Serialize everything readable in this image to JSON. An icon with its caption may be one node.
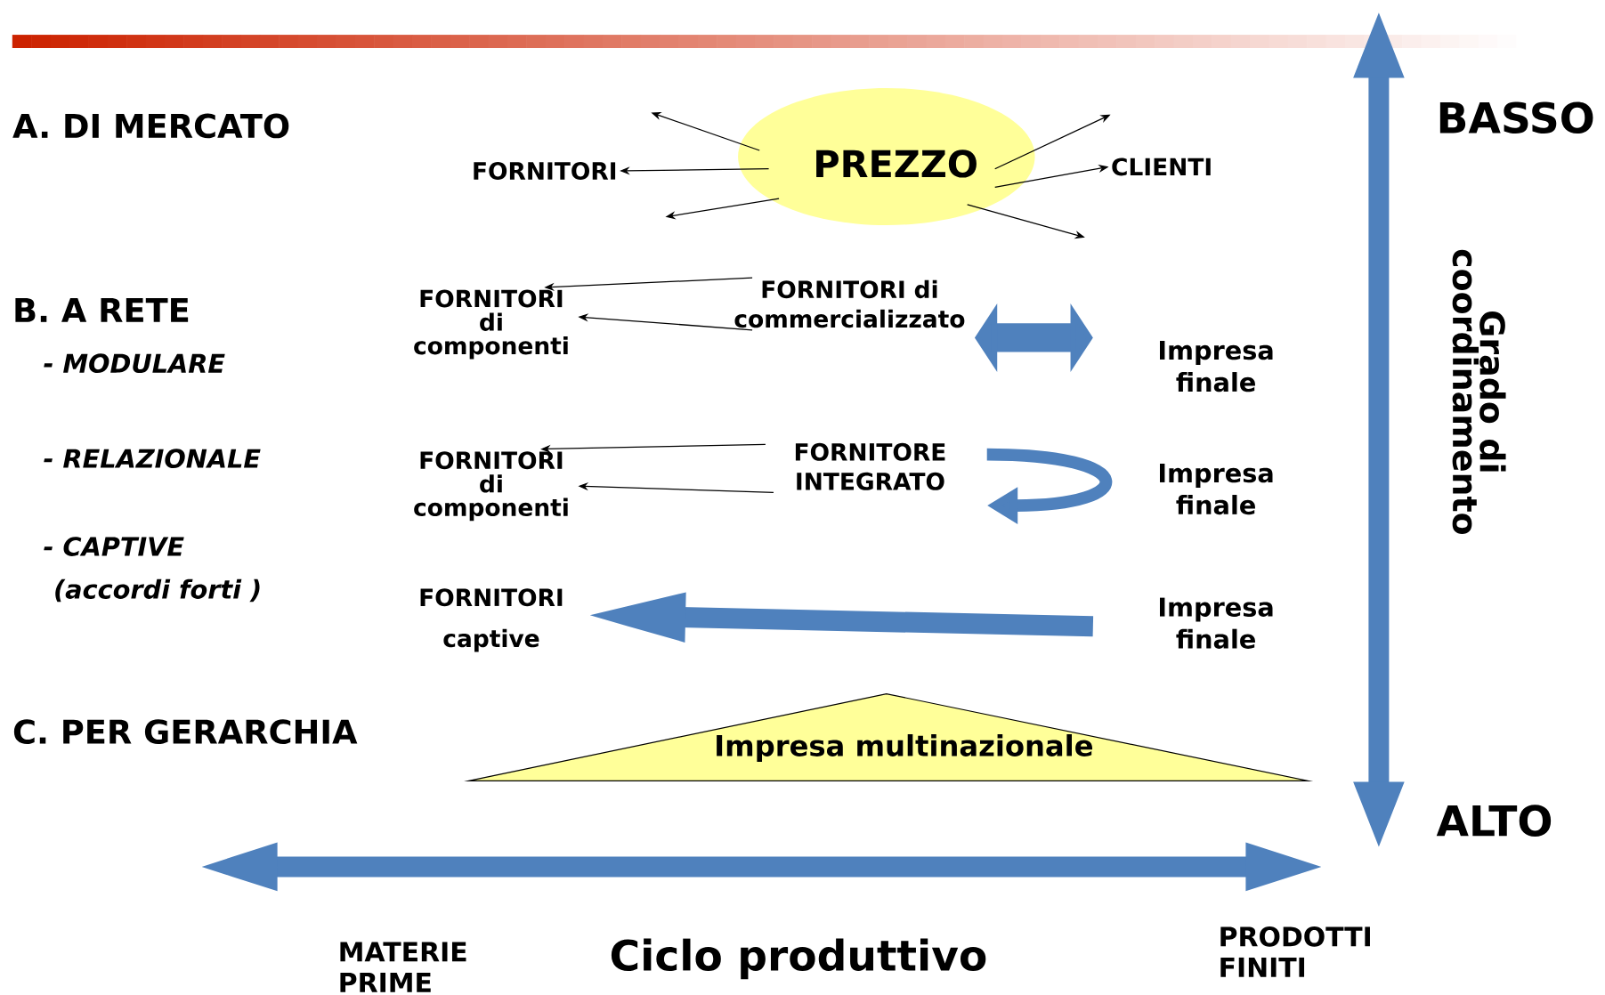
{
  "diagram": {
    "nodes": [
      {
        "text": [
          "PREZZO"
        ]
      },
      {
        "text": [
          "FORNITORI"
        ]
      },
      {
        "text": [
          "CLIENTI"
        ]
      },
      {
        "text": [
          "FORNITORI di commercializzato"
        ]
      },
      {
        "text": [
          "FORNITORI di componenti"
        ]
      },
      {
        "text": [
          "Impresa finale"
        ]
      },
      {
        "text": [
          "FORNITORE INTEGRATO"
        ]
      },
      {
        "text": [
          "FORNITORI di componenti"
        ]
      },
      {
        "text": [
          "Impresa finale"
        ]
      },
      {
        "text": [
          "FORNITORI captive"
        ]
      },
      {
        "text": [
          "Impresa finale"
        ]
      },
      {
        "text": [
          "Impresa multinazionale"
        ]
      }
    ],
    "edges": [
      {
        "from": 0,
        "to": null,
        "arrow": "to"
      },
      {
        "from": 0,
        "to": 1,
        "arrow": "to"
      },
      {
        "from": 0,
        "to": null,
        "arrow": "to"
      },
      {
        "from": 0,
        "to": null,
        "arrow": "to"
      },
      {
        "from": 0,
        "to": 2,
        "arrow": "to"
      },
      {
        "from": 0,
        "to": null,
        "arrow": "to"
      },
      {
        "from": 3,
        "to": 4,
        "arrow": "to"
      },
      {
        "from": 3,
        "to": 4,
        "arrow": "to"
      },
      {
        "from": 3,
        "to": 5,
        "arrow": "both",
        "style": "thick",
        "color": "#4f81bd"
      },
      {
        "from": 6,
        "to": 7,
        "arrow": "to"
      },
      {
        "from": 6,
        "to": 7,
        "arrow": "to"
      },
      {
        "from": 6,
        "to": 6,
        "arrow": "to",
        "style": "thick",
        "color": "#4f81bd"
      },
      {
        "from": 10,
        "to": 9,
        "arrow": "to",
        "style": "thick",
        "color": "#4f81bd"
      }
    ],
    "labels": [
      "A. DI MERCATO",
      "B. A RETE",
      "- MODULARE",
      "- RELAZIONALE",
      "- CAPTIVE",
      "(accordi forti )",
      "C. PER GERARCHIA",
      "BASSO",
      "Grado di coordinamento",
      "ALTO",
      "MATERIE PRIME",
      "Ciclo produttivo",
      "PRODOTTI FINITI"
    ]
  }
}
